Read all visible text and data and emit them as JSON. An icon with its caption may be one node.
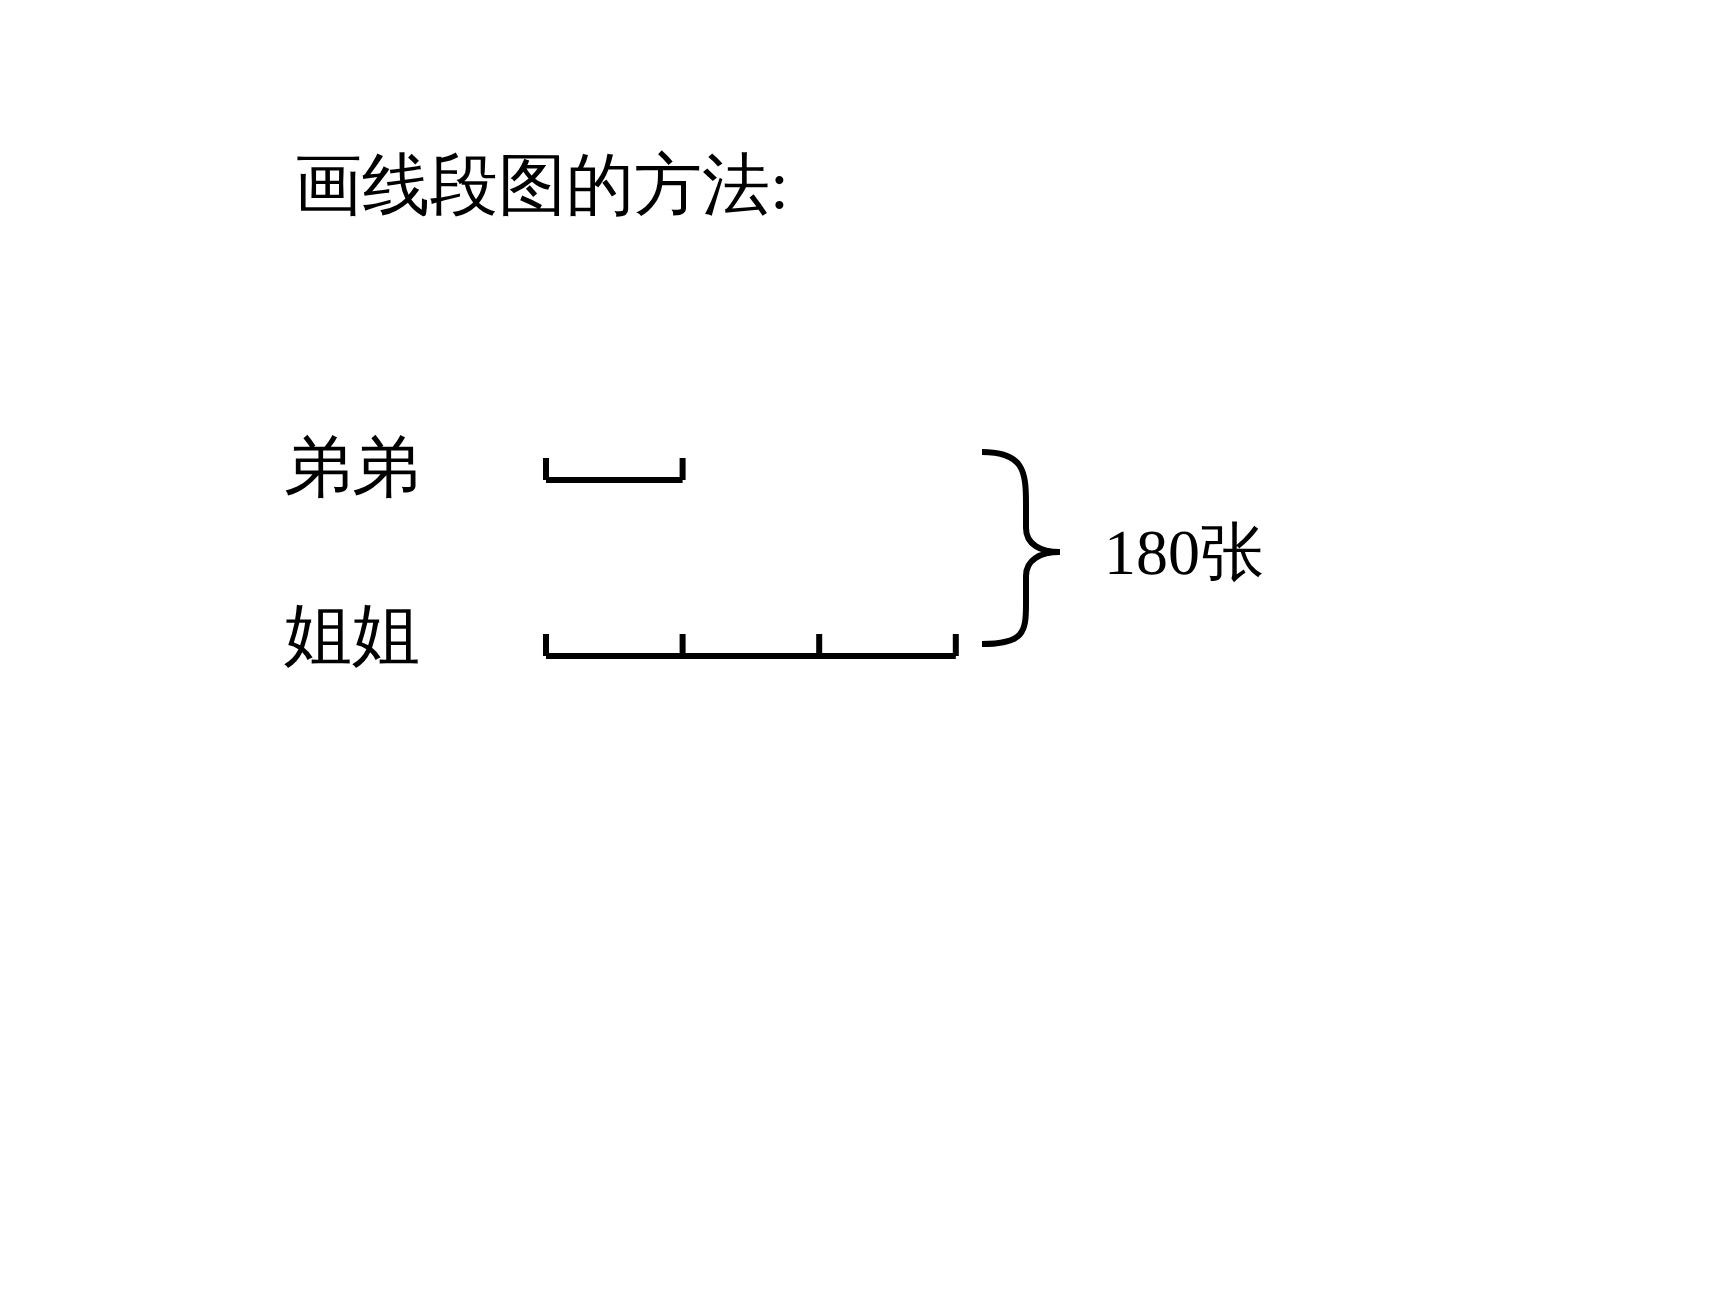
{
  "diagram": {
    "title": "画线段图的方法:",
    "labels": [
      "弟弟",
      "姐姐",
      "180张"
    ]
  }
}
